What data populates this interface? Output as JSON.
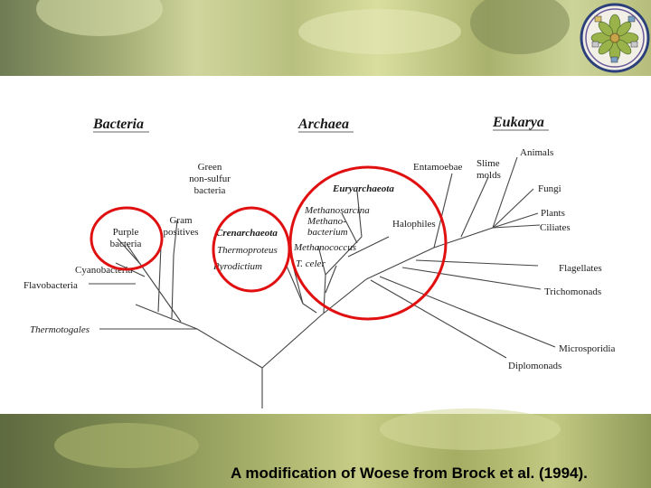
{
  "domains": {
    "bacteria": "Bacteria",
    "archaea": "Archaea",
    "eukarya": "Eukarya"
  },
  "taxa": {
    "green_nonsulfur": [
      "Green",
      "non-sulfur",
      "bacteria"
    ],
    "gram_positives": [
      "Gram",
      "positives"
    ],
    "purple_bacteria": [
      "Purple",
      "bacteria"
    ],
    "cyanobacteria": "Cyanobacteria",
    "flavobacteria": "Flavobacteria",
    "thermotogales": "Thermotogales",
    "crenarchaeota": "Crenarchaeota",
    "thermoproteus": "Thermoproteus",
    "pyrodictium": "Pyrodictium",
    "euryarchaeota": "Euryarchaeota",
    "methanosarcina": "Methanosarcina",
    "methanobacterium": [
      "Methano-",
      "bacterium"
    ],
    "methanococcus": "Methanococcus",
    "t_celer": "T. celer",
    "halophiles": "Halophiles",
    "entamoebae": "Entamoebae",
    "slime_molds": [
      "Slime",
      "molds"
    ],
    "animals": "Animals",
    "fungi": "Fungi",
    "plants": "Plants",
    "ciliates": "Ciliates",
    "flagellates": "Flagellates",
    "trichomonads": "Trichomonads",
    "microsporidia": "Microsporidia",
    "diplomonads": "Diplomonads"
  },
  "caption": "A modification of Woese from Brock et al. (1994).",
  "colors": {
    "highlight_circle": "#e01010",
    "tree_line": "#444444"
  }
}
